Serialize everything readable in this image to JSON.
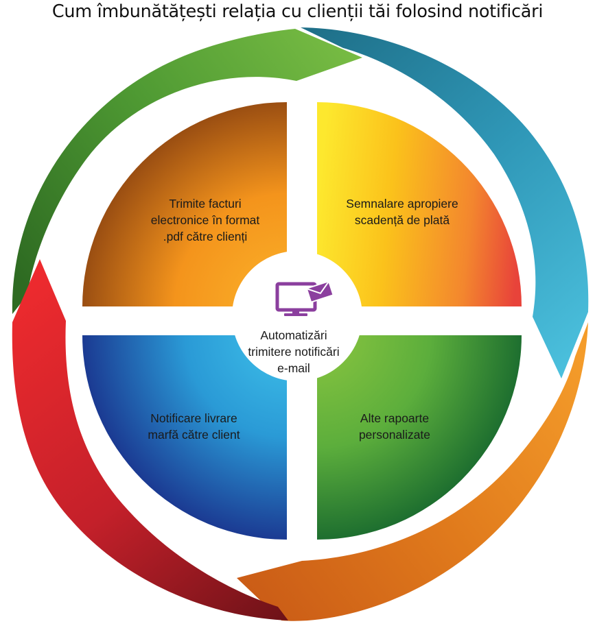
{
  "title": "Cum îmbunătățești relația cu clienții tăi folosind notificări",
  "center": {
    "icon": "monitor-envelope-icon",
    "lines": [
      "Automatizări",
      "trimitere notificări",
      "e-mail"
    ]
  },
  "quadrants": {
    "top_left": {
      "lines": [
        "Trimite facturi",
        "electronice în format",
        ".pdf către clienți"
      ]
    },
    "top_right": {
      "lines": [
        "Semnalare apropiere",
        "scadență de plată"
      ]
    },
    "bottom_left": {
      "lines": [
        "Notificare livrare",
        "marfă către client"
      ]
    },
    "bottom_right": {
      "lines": [
        "Alte rapoarte",
        "personalizate"
      ]
    }
  },
  "colors": {
    "arrow_green": "#5ea33a",
    "arrow_blue": "#2f97b7",
    "arrow_orange": "#e07a1c",
    "arrow_red": "#c4202a",
    "quadrant_orange": "#f29a1e",
    "quadrant_yellow_red": "#f5b31f",
    "quadrant_blue": "#2a8fd0",
    "quadrant_green": "#5cae3c",
    "icon_purple": "#8b3f9e"
  }
}
